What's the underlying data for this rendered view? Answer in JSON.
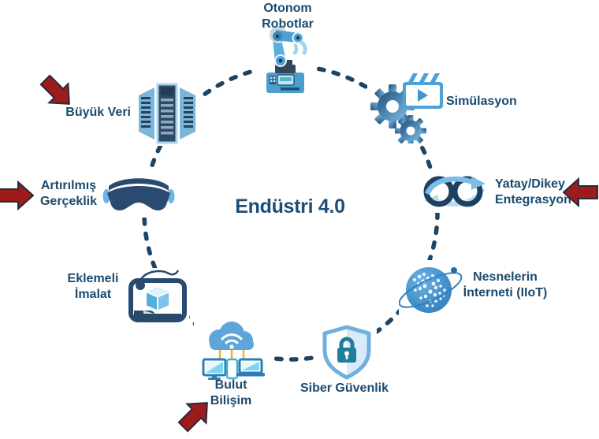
{
  "title": "Endüstri 4.0",
  "nodes": [
    {
      "id": "otonom-robotlar",
      "icon": "robot-arm-icon",
      "label": "Otonom Robotlar",
      "line1": "Otonom",
      "line2": "Robotlar"
    },
    {
      "id": "simulasyon",
      "icon": "gears-clapperboard-icon",
      "label": "Simülasyon",
      "line1": "Simülasyon",
      "line2": ""
    },
    {
      "id": "yatay-dikey-entegrasyon",
      "icon": "linked-rings-icon",
      "label": "Yatay/Dikey Entegrasyon",
      "line1": "Yatay/Dikey",
      "line2": "Entegrasyon"
    },
    {
      "id": "nesnelerin-interneti-iiot",
      "icon": "globe-network-icon",
      "label": "Nesnelerin İnterneti (IIoT)",
      "line1": "Nesnelerin",
      "line2": "İnterneti (IIoT)"
    },
    {
      "id": "siber-guvenlik",
      "icon": "shield-lock-icon",
      "label": "Siber Güvenlik",
      "line1": "Siber Güvenlik",
      "line2": ""
    },
    {
      "id": "bulut-bilisim",
      "icon": "cloud-devices-icon",
      "label": "Bulut Bilişim",
      "line1": "Bulut",
      "line2": "Bilişim"
    },
    {
      "id": "eklemeli-imalat",
      "icon": "printer-3d-icon",
      "label": "Eklemeli İmalat",
      "line1": "Eklemeli",
      "line2": "İmalat"
    },
    {
      "id": "artirilmis-gerceklik",
      "icon": "ar-goggles-icon",
      "label": "Artırılmış Gerçeklik",
      "line1": "Artırılmış",
      "line2": "Gerçeklik"
    },
    {
      "id": "buyuk-veri",
      "icon": "server-stack-icon",
      "label": "Büyük Veri",
      "line1": "Büyük Veri",
      "line2": ""
    }
  ],
  "highlight_arrows": [
    {
      "target": "buyuk-veri",
      "direction": "down-right"
    },
    {
      "target": "artirilmis-gerceklik",
      "direction": "right"
    },
    {
      "target": "yatay-dikey-entegrasyon",
      "direction": "left"
    },
    {
      "target": "bulut-bilisim",
      "direction": "up-right"
    }
  ],
  "colors": {
    "label_text": "#1b4a6e",
    "title_text": "#1d4e78",
    "circle_dots": "#1c4465",
    "arrow_fill": "#9e1b1b",
    "arrow_outline": "#242c38",
    "icon_blue_dark": "#2a4a70",
    "icon_blue": "#4da3d8",
    "icon_blue_light": "#9fd4ef",
    "connector_yellow": "#f0b429",
    "lock_teal": "#1f7f99"
  }
}
